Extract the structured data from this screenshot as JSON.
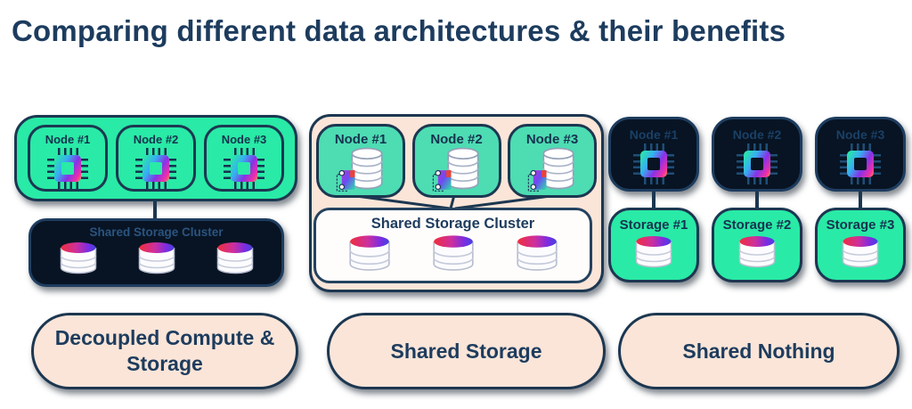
{
  "title": "Comparing different data architectures & their benefits",
  "architectures": [
    {
      "name": "Decoupled Compute & Storage",
      "nodes": [
        "Node #1",
        "Node #2",
        "Node #3"
      ],
      "cluster_label": "Shared Storage Cluster"
    },
    {
      "name": "Shared Storage",
      "nodes": [
        "Node #1",
        "Node #2",
        "Node #3"
      ],
      "cluster_label": "Shared Storage Cluster"
    },
    {
      "name": "Shared Nothing",
      "nodes": [
        "Node #1",
        "Node #2",
        "Node #3"
      ],
      "storage": [
        "Storage #1",
        "Storage #2",
        "Storage #3"
      ]
    }
  ],
  "icons": {
    "cpu": "cpu-chip-icon",
    "database": "database-cylinder-icon",
    "compute_card": "compute-card-icon"
  },
  "colors": {
    "navy": "#1c3751",
    "title_text": "#1d3c5e",
    "bright_green": "#29eaa6",
    "teal_green": "#4edcb3",
    "peach": "#fbe5d8",
    "dark_fill": "#081423",
    "cylinder_gradient": [
      "#ef2e3e",
      "#cd2f9e",
      "#7b2ce2",
      "#4541dd"
    ],
    "chip_gradient": [
      "#29e9a6",
      "#36aff0",
      "#8633e8",
      "#f02fa8",
      "#ff8a3d"
    ]
  }
}
